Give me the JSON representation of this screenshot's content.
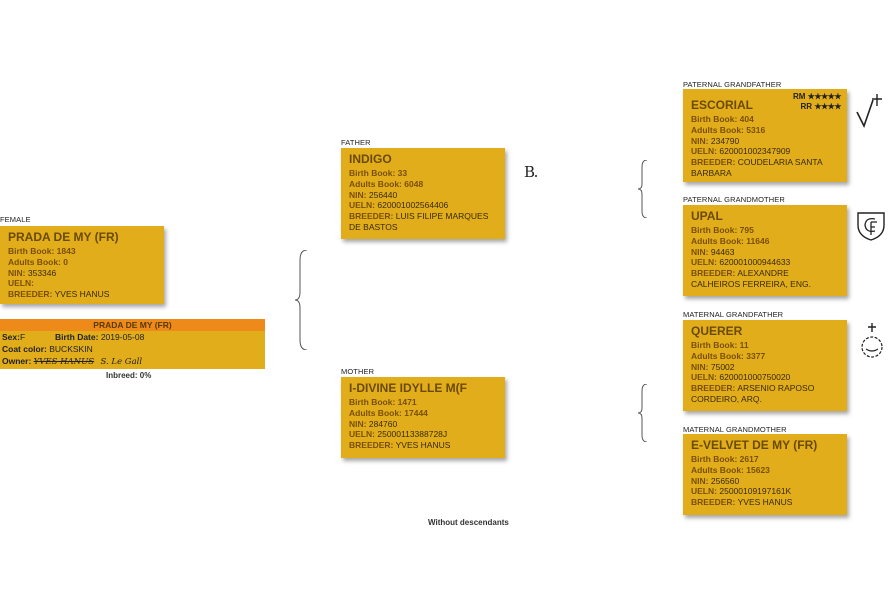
{
  "subject": {
    "label": "FEMALE",
    "name": "PRADA DE MY (FR)",
    "birth_book_label": "Birth Book:",
    "birth_book": "1843",
    "adults_book_label": "Adults Book:",
    "adults_book": "0",
    "nin_label": "NIN:",
    "nin": "353346",
    "ueln_label": "UELN:",
    "ueln": "",
    "breeder_label": "BREEDER:",
    "breeder": "YVES HANUS"
  },
  "info": {
    "title": "PRADA DE MY (FR)",
    "sex_label": "Sex:",
    "sex": "F",
    "birth_date_label": "Birth Date:",
    "birth_date": "2019-05-08",
    "coat_label": "Coat color:",
    "coat": "BUCKSKIN",
    "owner_label": "Owner:",
    "owner_old": "YVES HANUS",
    "owner_new": "S. Le Gall",
    "inbreed_label": "Inbreed:",
    "inbreed": "0%"
  },
  "father": {
    "label": "FATHER",
    "name": "INDIGO",
    "birth_book_label": "Birth Book:",
    "birth_book": "33",
    "adults_book_label": "Adults Book:",
    "adults_book": "6048",
    "nin_label": "NIN:",
    "nin": "256440",
    "ueln_label": "UELN:",
    "ueln": "620001002564406",
    "breeder_label": "BREEDER:",
    "breeder": "LUIS FILIPE MARQUES DE BASTOS"
  },
  "mother": {
    "label": "MOTHER",
    "name": "I-DIVINE IDYLLE M(F",
    "birth_book_label": "Birth Book:",
    "birth_book": "1471",
    "adults_book_label": "Adults Book:",
    "adults_book": "17444",
    "nin_label": "NIN:",
    "nin": "284760",
    "ueln_label": "UELN:",
    "ueln": "25000113388728J",
    "breeder_label": "BREEDER:",
    "breeder": "YVES HANUS"
  },
  "pgf": {
    "label": "PATERNAL GRANDFATHER",
    "name": "ESCORIAL",
    "rm_label": "RM",
    "rm_stars": "★★★★★",
    "rr_label": "RR",
    "rr_stars": "★★★★",
    "birth_book_label": "Birth Book:",
    "birth_book": "404",
    "adults_book_label": "Adults Book:",
    "adults_book": "5316",
    "nin_label": "NIN:",
    "nin": "234790",
    "ueln_label": "UELN:",
    "ueln": "620001002347909",
    "breeder_label": "BREEDER:",
    "breeder": "COUDELARIA SANTA BARBARA"
  },
  "pgm": {
    "label": "PATERNAL GRANDMOTHER",
    "name": "UPAL",
    "birth_book_label": "Birth Book:",
    "birth_book": "795",
    "adults_book_label": "Adults Book:",
    "adults_book": "11646",
    "nin_label": "NIN:",
    "nin": "94463",
    "ueln_label": "UELN:",
    "ueln": "620001000944633",
    "breeder_label": "BREEDER:",
    "breeder": "ALEXANDRE CALHEIROS FERREIRA, ENG."
  },
  "mgf": {
    "label": "MATERNAL GRANDFATHER",
    "name": "QUERER",
    "birth_book_label": "Birth Book:",
    "birth_book": "11",
    "adults_book_label": "Adults Book:",
    "adults_book": "3377",
    "nin_label": "NIN:",
    "nin": "75002",
    "ueln_label": "UELN:",
    "ueln": "620001000750020",
    "breeder_label": "BREEDER:",
    "breeder": "ARSENIO RAPOSO CORDEIRO, ARQ."
  },
  "mgm": {
    "label": "MATERNAL GRANDMOTHER",
    "name": "E-VELVET DE MY (FR)",
    "birth_book_label": "Birth Book:",
    "birth_book": "2617",
    "adults_book_label": "Adults Book:",
    "adults_book": "15623",
    "nin_label": "NIN:",
    "nin": "256560",
    "ueln_label": "UELN:",
    "ueln": "25000109197161K",
    "breeder_label": "BREEDER:",
    "breeder": "YVES HANUS"
  },
  "footer": "Without descendants",
  "icons": [
    "brand-mark-b-icon",
    "brand-mark-check-cross-icon",
    "brand-mark-shield-cf-icon",
    "brand-mark-circle-cross-icon"
  ],
  "colors": {
    "card": "#e1ad1b",
    "header": "#ee8a1a",
    "name_text": "#6a4a06"
  }
}
